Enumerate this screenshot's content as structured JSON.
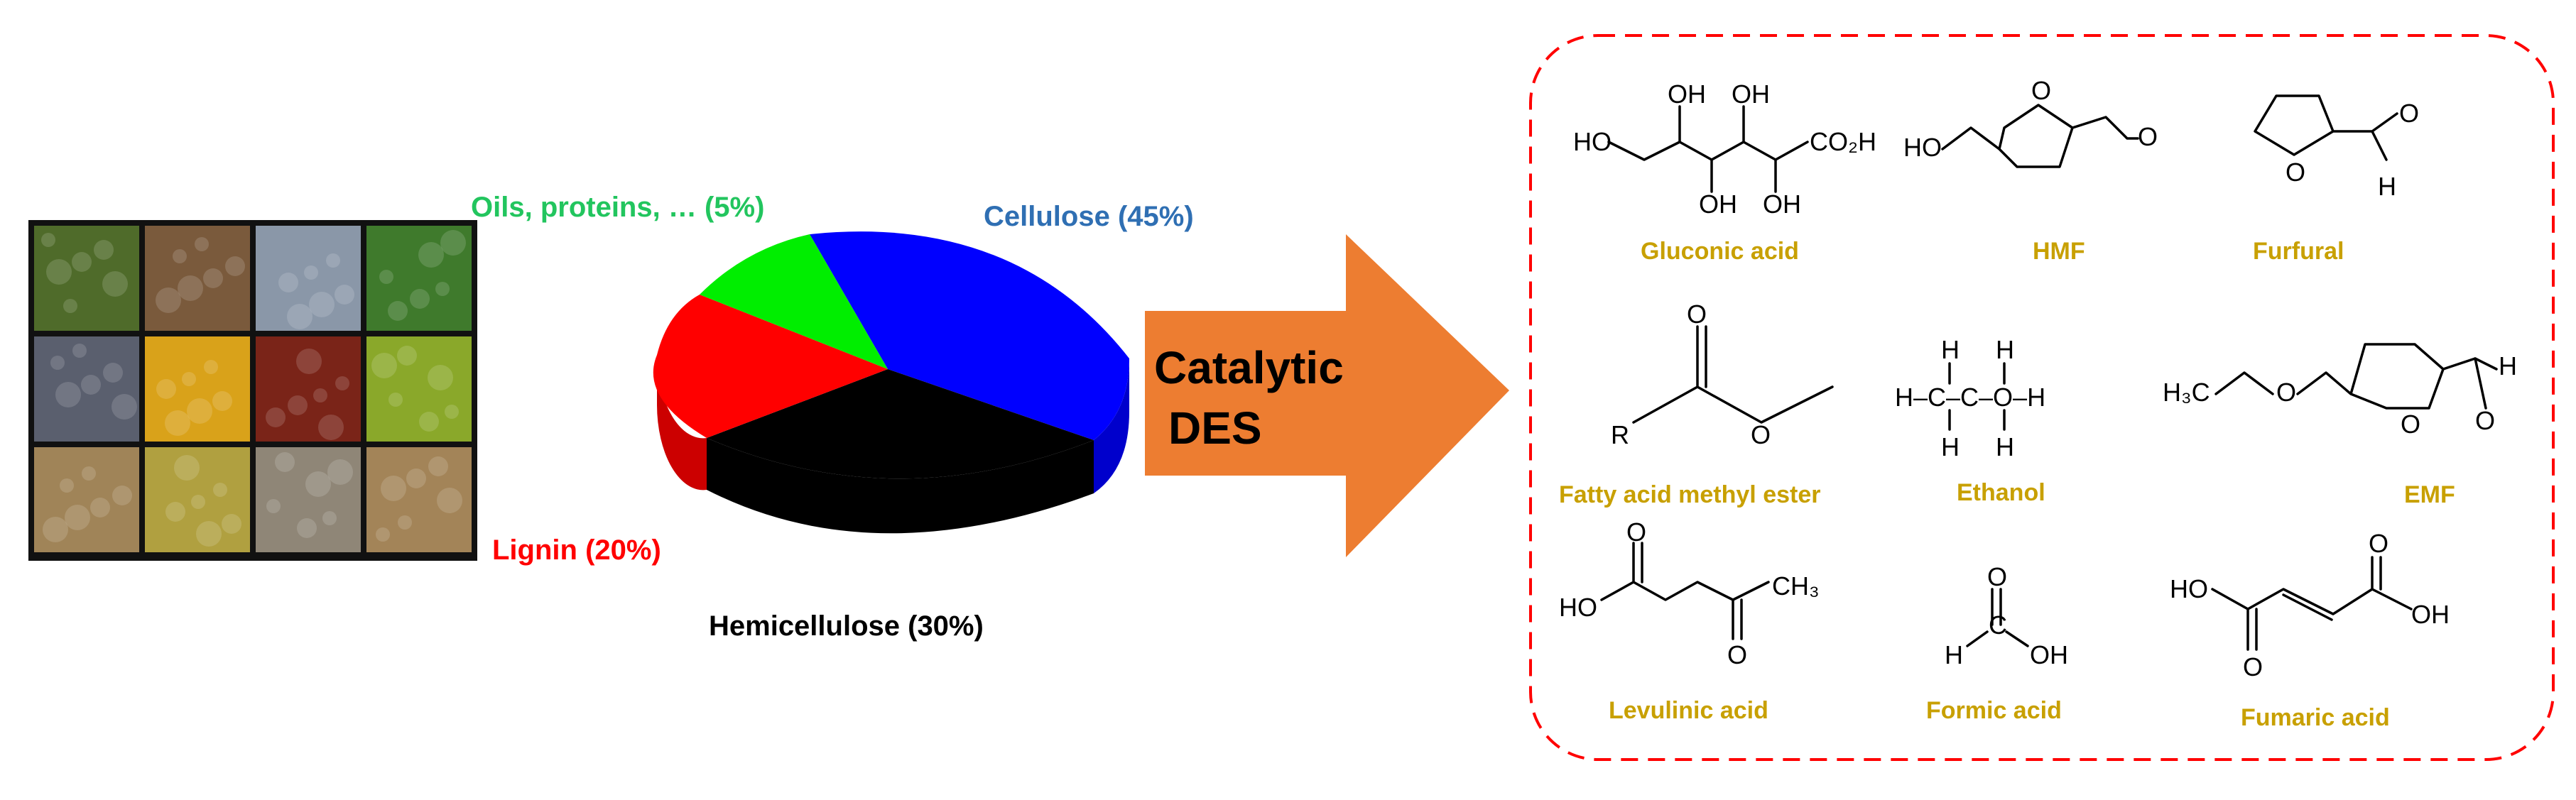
{
  "biomass_grid": {
    "tile_colors": [
      [
        "#4f6b2a",
        "#7a5a3c",
        "#8a97a8",
        "#3f7a2c"
      ],
      [
        "#5a5f6e",
        "#d9a21a",
        "#7a2418",
        "#8aa82a"
      ],
      [
        "#a08458",
        "#b0a040",
        "#8f8677",
        "#a38458"
      ]
    ]
  },
  "composition": {
    "oils": "Oils, proteins, … (5%)",
    "cellulose": "Cellulose (45%)",
    "lignin": "Lignin (20%)",
    "hemicellulose": "Hemicellulose (30%)",
    "colors": {
      "oils": "#00e000",
      "cellulose": "#0000ff",
      "lignin": "#ff0000",
      "hemicellulose": "#000000",
      "oils_label": "#22c55e",
      "cellulose_label": "#2f6fb3",
      "lignin_label": "#ff0000"
    }
  },
  "arrow": {
    "line1": "Catalytic",
    "line2": "DES",
    "color": "#ed7d31"
  },
  "products": {
    "gluconic": "Gluconic acid",
    "hmf": "HMF",
    "furfural": "Furfural",
    "fame": "Fatty acid methyl ester",
    "ethanol": "Ethanol",
    "emf": "EMF",
    "levulinic": "Levulinic acid",
    "formic": "Formic acid",
    "fumaric": "Fumaric acid",
    "box_color": "#ff0000",
    "label_color": "#c8a000"
  },
  "chem": {
    "HO": "HO",
    "OH": "OH",
    "O": "O",
    "H": "H",
    "R": "R",
    "CO2H": "CO₂H",
    "CH3": "CH₃",
    "H3C": "H₃C",
    "C": "C",
    "ethanol_row": "H–C–C–O–H"
  }
}
